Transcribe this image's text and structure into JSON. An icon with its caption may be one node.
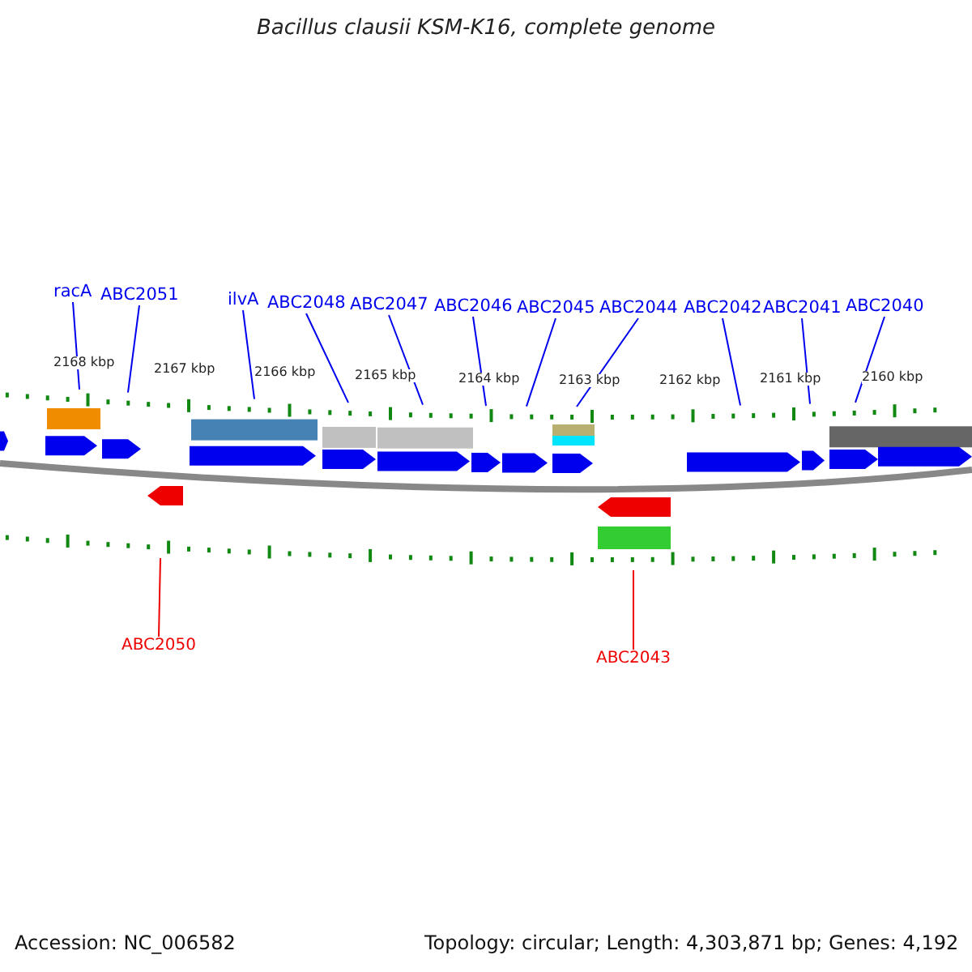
{
  "diagram": {
    "title": "Bacillus clausii KSM-K16, complete genome",
    "nodes": [
      {
        "text": [
          "racA"
        ]
      },
      {
        "text": [
          "ABC2051"
        ]
      },
      {
        "text": [
          "ilvA"
        ]
      },
      {
        "text": [
          "ABC2048"
        ]
      },
      {
        "text": [
          "ABC2047"
        ]
      },
      {
        "text": [
          "ABC2046"
        ]
      },
      {
        "text": [
          "ABC2045"
        ]
      },
      {
        "text": [
          "ABC2044"
        ]
      },
      {
        "text": [
          "ABC2042"
        ]
      },
      {
        "text": [
          "ABC2041"
        ]
      },
      {
        "text": [
          "ABC2040"
        ]
      },
      {
        "text": [
          "ABC2050"
        ]
      },
      {
        "text": [
          "ABC2043"
        ]
      },
      {
        "text": [],
        "shape": "bar"
      },
      {
        "text": [],
        "shape": "bar"
      }
    ],
    "edges": [
      {
        "from": 0,
        "to": 13,
        "arrow": "none"
      },
      {
        "from": 1,
        "to": 13,
        "arrow": "none"
      },
      {
        "from": 2,
        "to": 13,
        "arrow": "none"
      },
      {
        "from": 3,
        "to": 13,
        "arrow": "none"
      },
      {
        "from": 4,
        "to": 13,
        "arrow": "none"
      },
      {
        "from": 5,
        "to": 13,
        "arrow": "none"
      },
      {
        "from": 6,
        "to": 13,
        "arrow": "none"
      },
      {
        "from": 7,
        "to": 13,
        "arrow": "none"
      },
      {
        "from": 8,
        "to": 13,
        "arrow": "none"
      },
      {
        "from": 9,
        "to": 13,
        "arrow": "none"
      },
      {
        "from": 10,
        "to": 13,
        "arrow": "none"
      },
      {
        "from": 11,
        "to": 14,
        "arrow": "none",
        "color": "#ee0000"
      },
      {
        "from": 12,
        "to": 14,
        "arrow": "none",
        "color": "#ee0000"
      }
    ],
    "labels": [
      "2168 kbp",
      "2167 kbp",
      "2166 kbp",
      "2165 kbp",
      "2164 kbp",
      "2163 kbp",
      "2162 kbp",
      "2161 kbp",
      "2160 kbp",
      "Accession: NC_006582",
      "Topology: circular; Length: 4,303,871 bp; Genes: 4,192"
    ]
  }
}
